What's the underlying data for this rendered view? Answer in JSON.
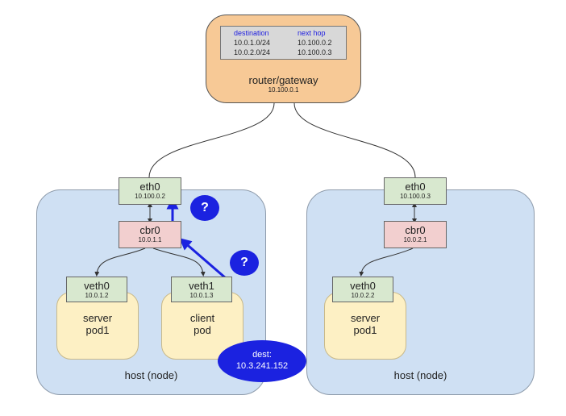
{
  "router": {
    "label": "router/gateway",
    "ip": "10.100.0.1",
    "table": {
      "headers": [
        "destination",
        "next hop"
      ],
      "rows": [
        [
          "10.0.1.0/24",
          "10.100.0.2"
        ],
        [
          "10.0.2.0/24",
          "10.100.0.3"
        ]
      ]
    }
  },
  "host_left": {
    "label": "host (node)",
    "eth0": {
      "name": "eth0",
      "ip": "10.100.0.2"
    },
    "cbr0": {
      "name": "cbr0",
      "ip": "10.0.1.1"
    },
    "veth0": {
      "name": "veth0",
      "ip": "10.0.1.2"
    },
    "veth1": {
      "name": "veth1",
      "ip": "10.0.1.3"
    },
    "pod_server": {
      "line1": "server",
      "line2": "pod1"
    },
    "pod_client": {
      "line1": "client",
      "line2": "pod"
    }
  },
  "host_right": {
    "label": "host (node)",
    "eth0": {
      "name": "eth0",
      "ip": "10.100.0.3"
    },
    "cbr0": {
      "name": "cbr0",
      "ip": "10.0.2.1"
    },
    "veth0": {
      "name": "veth0",
      "ip": "10.0.2.2"
    },
    "pod_server": {
      "line1": "server",
      "line2": "pod1"
    }
  },
  "question_bubbles": [
    "?",
    "?"
  ],
  "dest_bubble": {
    "line1": "dest:",
    "line2": "10.3.241.152"
  },
  "colors": {
    "packet_arrow": "#1b22e0",
    "bubble": "#1b22e0"
  }
}
